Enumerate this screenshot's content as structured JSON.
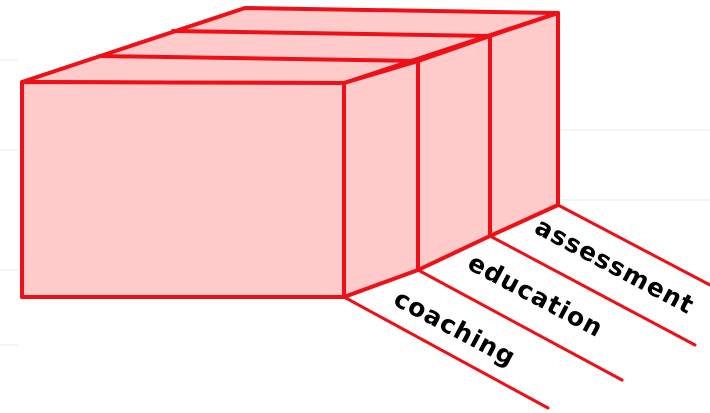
{
  "diagram": {
    "colors": {
      "stroke": "#ee0f17",
      "fill": "#ffcaca",
      "text": "#000000",
      "background": "#ffffff"
    },
    "lanes": [
      {
        "label": "coaching"
      },
      {
        "label": "education"
      },
      {
        "label": "assessment"
      }
    ]
  }
}
